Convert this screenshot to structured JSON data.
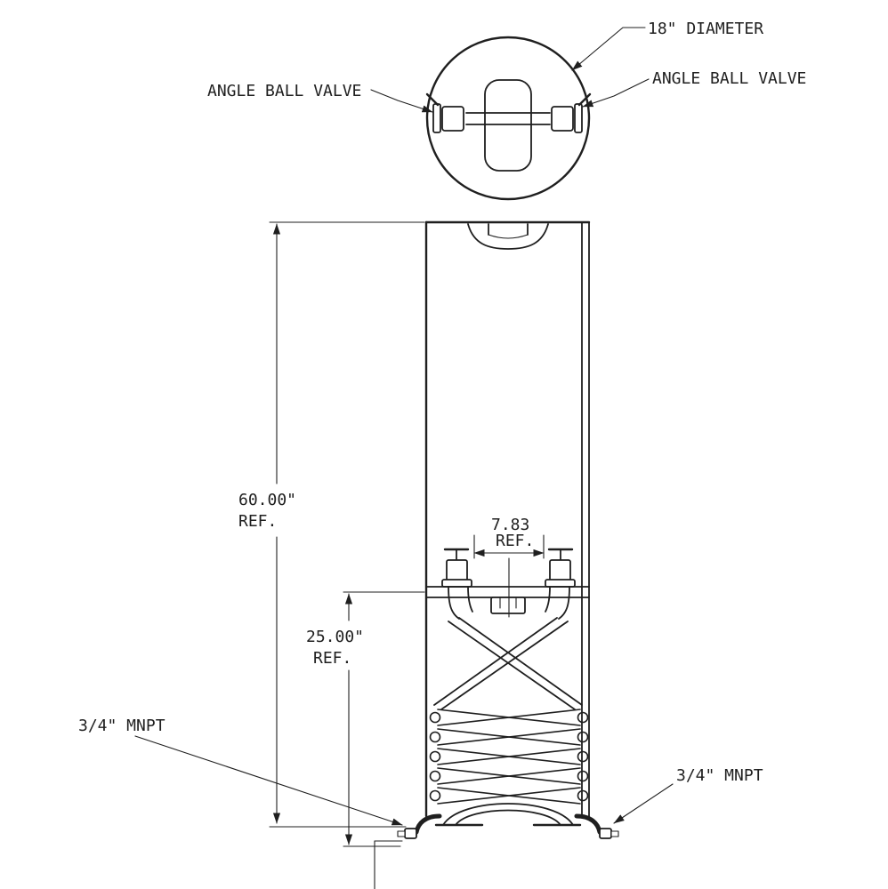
{
  "labels": {
    "diameter": "18\" DIAMETER",
    "angle_ball_valve_left": "ANGLE BALL VALVE",
    "angle_ball_valve_right": "ANGLE BALL VALVE",
    "mnpt_left": "3/4\" MNPT",
    "mnpt_right": "3/4\" MNPT"
  },
  "dimensions": {
    "overall_height": {
      "value": "60.00\"",
      "ref": "REF."
    },
    "valve_spacing": {
      "value": "7.83",
      "ref": "REF."
    },
    "lower_section": {
      "value": "25.00\"",
      "ref": "REF."
    }
  },
  "colors": {
    "line": "#1f1f1f",
    "background": "#ffffff"
  }
}
